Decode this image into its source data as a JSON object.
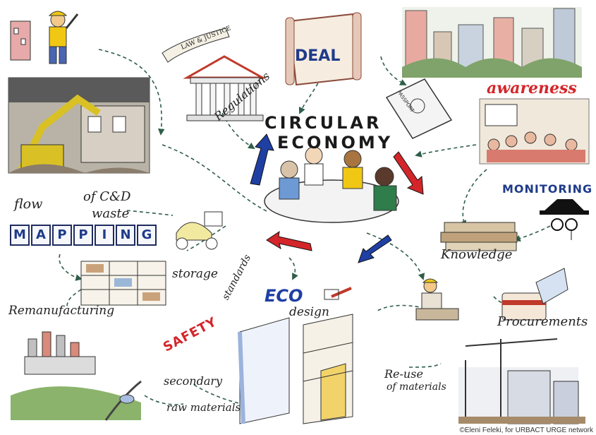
{
  "center": {
    "line1": "CIRCULAR",
    "line2": "ECONOMY"
  },
  "labels": {
    "law_banner": "LAW & JUSTICE",
    "deal": "DEAL",
    "passport": "PASSPORT",
    "regulations": "Regulations",
    "awareness": "awareness",
    "monitoring": "MONITORING",
    "flow": "flow",
    "of_cd": "of C&D",
    "waste": "waste",
    "mapping": [
      "M",
      "A",
      "P",
      "P",
      "I",
      "N",
      "G"
    ],
    "storage": "storage",
    "standards": "standards",
    "safety": "SAFETY",
    "eco": "ECO",
    "design": "design",
    "knowledge": "Knowledge",
    "procurements": "Procurements",
    "remanufacturing": "Remanufacturing",
    "secondary": "secondary",
    "raw_materials": "raw materials",
    "reuse_line1": "Re-use",
    "reuse_line2": "of materials"
  },
  "credit": "©Eleni Feleki, for URBACT URGE network",
  "colors": {
    "blue": "#1f3fa3",
    "red": "#d4262a",
    "ink": "#222222",
    "green": "#2f5e4a"
  }
}
